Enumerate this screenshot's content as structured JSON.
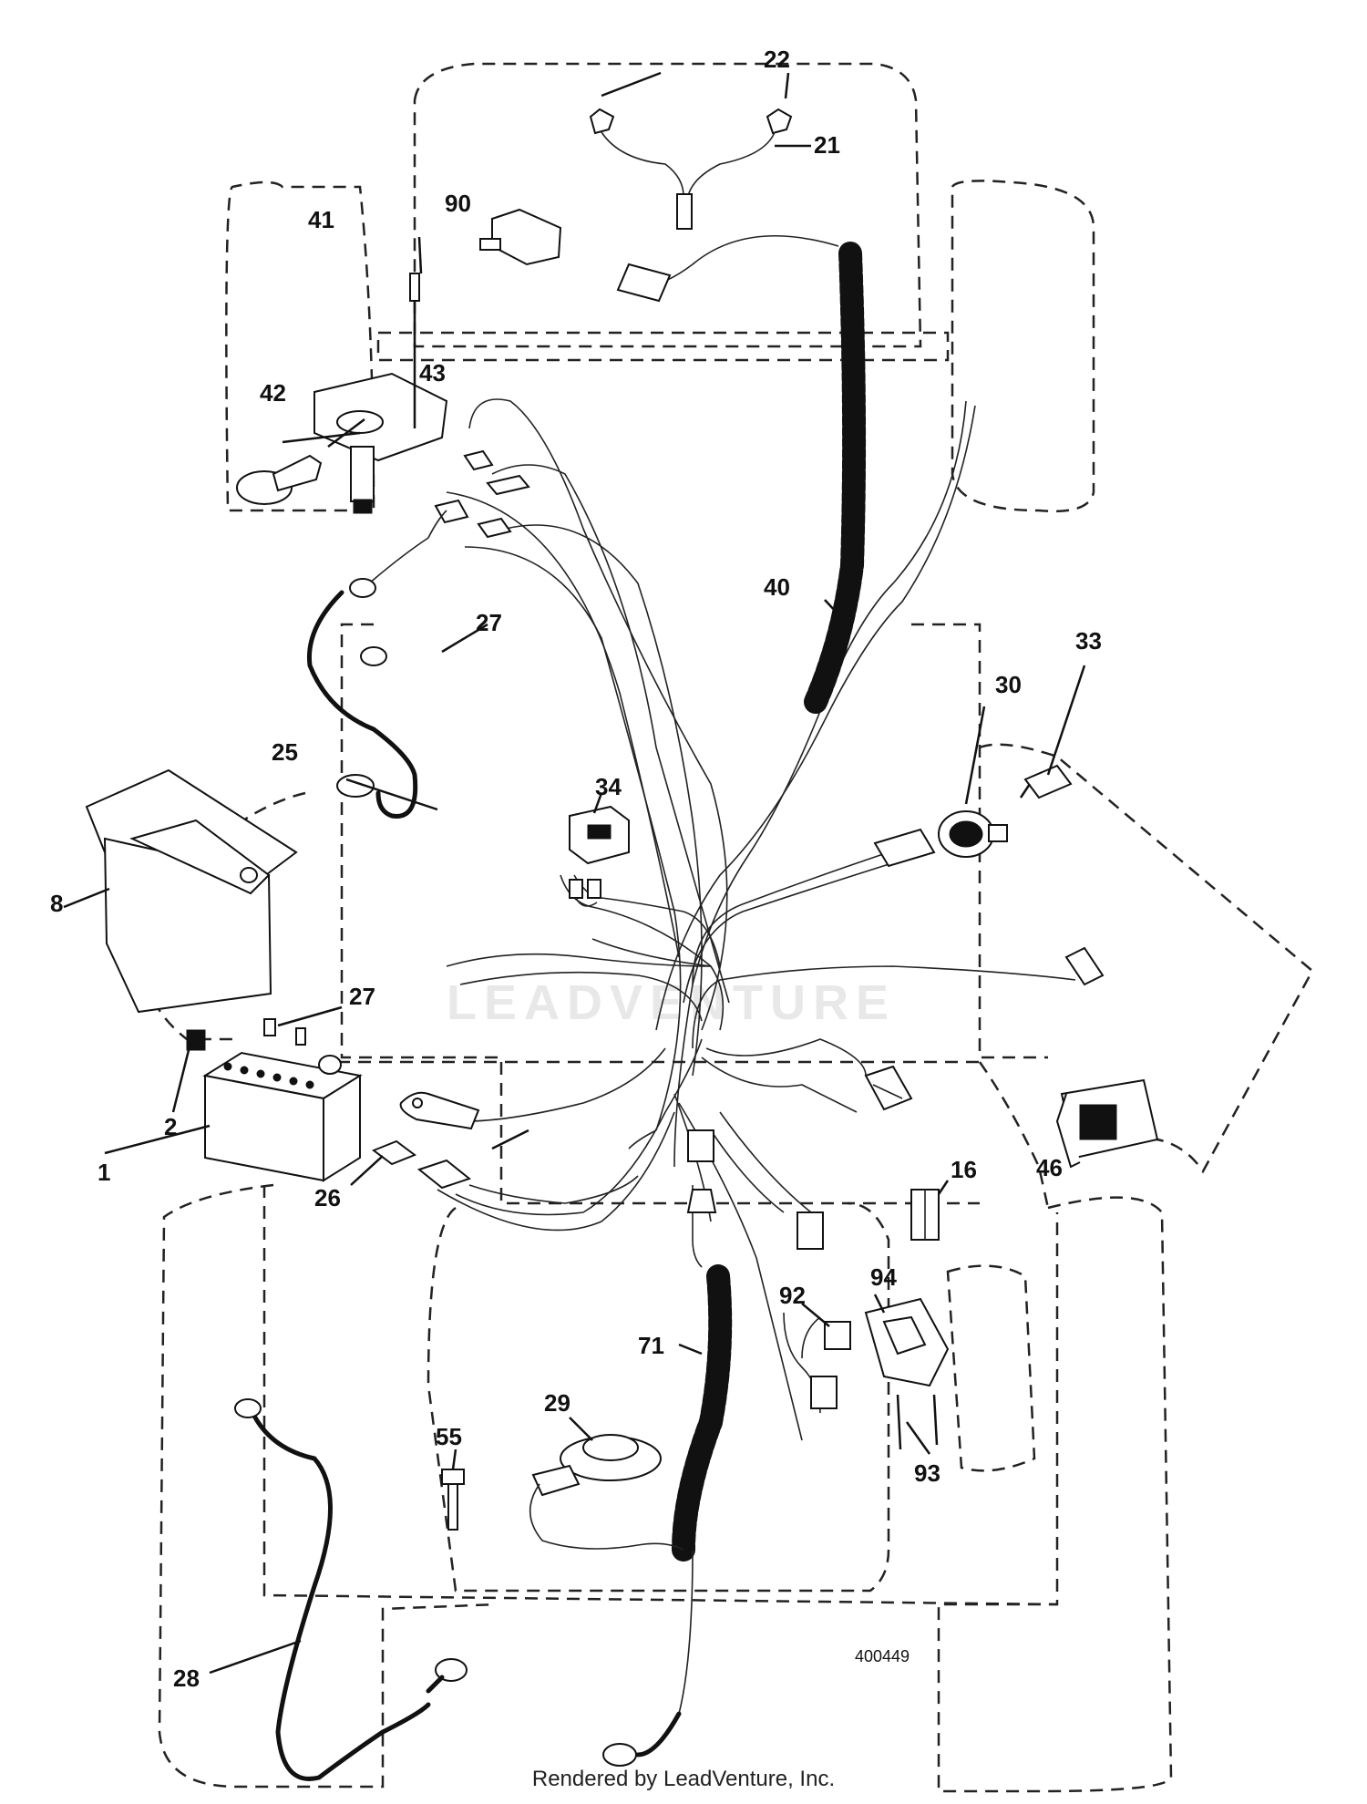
{
  "diagram_id": "400449",
  "footer": "Rendered by LeadVenture, Inc.",
  "watermark": "LEADVENTURE",
  "callouts": {
    "c1": "1",
    "c2": "2",
    "c8": "8",
    "c16": "16",
    "c21": "21",
    "c22": "22",
    "c25": "25",
    "c26": "26",
    "c27a": "27",
    "c27b": "27",
    "c28": "28",
    "c29": "29",
    "c30": "30",
    "c33": "33",
    "c34": "34",
    "c40": "40",
    "c41": "41",
    "c42": "42",
    "c43": "43",
    "c46": "46",
    "c55": "55",
    "c71": "71",
    "c90": "90",
    "c92": "92",
    "c93": "93",
    "c94": "94"
  }
}
